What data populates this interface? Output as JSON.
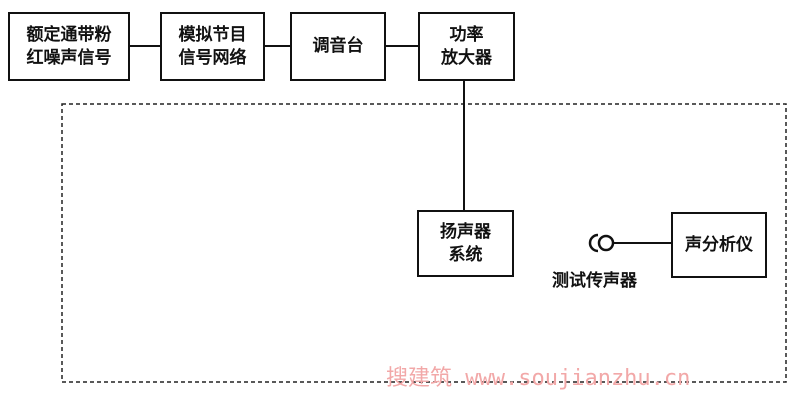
{
  "blocks": {
    "pink_noise": [
      "额定通带粉",
      "红噪声信号"
    ],
    "program_network": [
      "模拟节目",
      "信号网络"
    ],
    "mixer": [
      "调音台"
    ],
    "power_amp": [
      "功率",
      "放大器"
    ],
    "speaker_system": [
      "扬声器",
      "系统"
    ],
    "analyzer": [
      "声分析仪"
    ]
  },
  "labels": {
    "test_mic": "测试传声器"
  },
  "watermark": "搜建筑 www.soujianzhu.cn",
  "colors": {
    "stroke": "#111111",
    "watermark": "#f2a8a8"
  }
}
